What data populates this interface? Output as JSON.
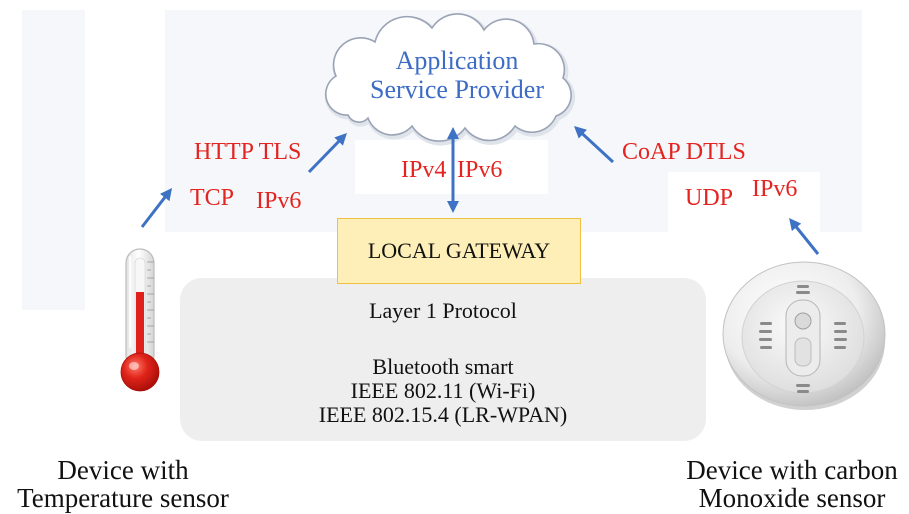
{
  "cloud": {
    "lines": [
      "Application",
      "Service Provider"
    ]
  },
  "left_device": {
    "protocols": {
      "top": "HTTP TLS",
      "bottom_left": "TCP",
      "bottom_right": "IPv6"
    },
    "label_lines": [
      "Device with",
      "Temperature sensor"
    ]
  },
  "gateway": {
    "label": "LOCAL GATEWAY",
    "protocols": [
      "IPv4",
      "IPv6"
    ]
  },
  "right_device": {
    "protocols": {
      "top": "CoAP DTLS",
      "bottom_left": "UDP",
      "bottom_right": "IPv6"
    },
    "label_lines": [
      "Device with carbon",
      "Monoxide sensor"
    ]
  },
  "layer1": {
    "title": "Layer 1 Protocol",
    "items": [
      "Bluetooth smart",
      "IEEE 802.11 (Wi-Fi)",
      "IEEE 802.15.4 (LR-WPAN)"
    ]
  },
  "icons": {
    "cloud": "cloud-icon",
    "thermometer": "thermometer-icon",
    "smoke_detector": "smoke-detector-icon"
  },
  "colors": {
    "arrow": "#3e72c4",
    "protocol_text": "#e32420",
    "cloud_text": "#3c6cc4",
    "gateway_fill": "#fdefb7",
    "gateway_border": "#f0c040",
    "layer_fill": "#eeeeee",
    "background_panel": "#f5f7fa"
  }
}
